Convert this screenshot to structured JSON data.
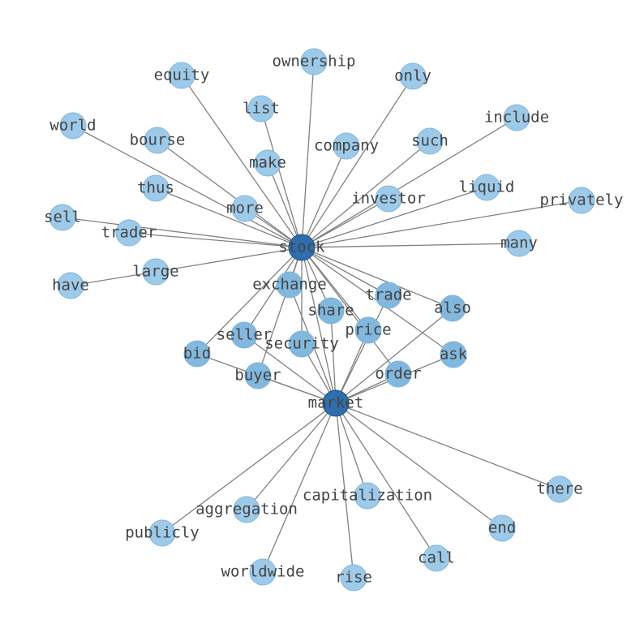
{
  "graph": {
    "hubs": [
      "stock",
      "market"
    ],
    "nodes": [
      "stock",
      "market",
      "ownership",
      "equity",
      "only",
      "list",
      "include",
      "world",
      "bourse",
      "company",
      "such",
      "make",
      "thus",
      "liquid",
      "investor",
      "privately",
      "more",
      "sell",
      "trader",
      "many",
      "large",
      "have",
      "exchange",
      "trade",
      "also",
      "share",
      "price",
      "seller",
      "security",
      "bid",
      "ask",
      "order",
      "buyer",
      "capitalization",
      "there",
      "aggregation",
      "end",
      "publicly",
      "call",
      "worldwide",
      "rise"
    ],
    "edges": [
      [
        "stock",
        "ownership"
      ],
      [
        "stock",
        "equity"
      ],
      [
        "stock",
        "only"
      ],
      [
        "stock",
        "list"
      ],
      [
        "stock",
        "include"
      ],
      [
        "stock",
        "world"
      ],
      [
        "stock",
        "bourse"
      ],
      [
        "stock",
        "company"
      ],
      [
        "stock",
        "such"
      ],
      [
        "stock",
        "make"
      ],
      [
        "stock",
        "thus"
      ],
      [
        "stock",
        "liquid"
      ],
      [
        "stock",
        "investor"
      ],
      [
        "stock",
        "privately"
      ],
      [
        "stock",
        "more"
      ],
      [
        "stock",
        "sell"
      ],
      [
        "stock",
        "trader"
      ],
      [
        "stock",
        "many"
      ],
      [
        "stock",
        "large"
      ],
      [
        "stock",
        "exchange"
      ],
      [
        "stock",
        "trade"
      ],
      [
        "stock",
        "also"
      ],
      [
        "stock",
        "share"
      ],
      [
        "stock",
        "price"
      ],
      [
        "stock",
        "seller"
      ],
      [
        "stock",
        "security"
      ],
      [
        "stock",
        "bid"
      ],
      [
        "stock",
        "ask"
      ],
      [
        "stock",
        "order"
      ],
      [
        "stock",
        "buyer"
      ],
      [
        "stock",
        "market"
      ],
      [
        "large",
        "have"
      ],
      [
        "market",
        "exchange"
      ],
      [
        "market",
        "trade"
      ],
      [
        "market",
        "also"
      ],
      [
        "market",
        "share"
      ],
      [
        "market",
        "price"
      ],
      [
        "market",
        "seller"
      ],
      [
        "market",
        "security"
      ],
      [
        "market",
        "bid"
      ],
      [
        "market",
        "ask"
      ],
      [
        "market",
        "order"
      ],
      [
        "market",
        "buyer"
      ],
      [
        "market",
        "capitalization"
      ],
      [
        "market",
        "there"
      ],
      [
        "market",
        "aggregation"
      ],
      [
        "market",
        "end"
      ],
      [
        "market",
        "publicly"
      ],
      [
        "market",
        "call"
      ],
      [
        "market",
        "worldwide"
      ],
      [
        "market",
        "rise"
      ]
    ],
    "colors": {
      "hub_fill": "#2f6eae",
      "hub_stroke": "#1f4e80",
      "shared_fill": "#82b7de",
      "leaf_fill": "#9ecae9",
      "leaf_stroke": "#7fb4dc",
      "edge": "#808080",
      "label": "#444444"
    }
  }
}
